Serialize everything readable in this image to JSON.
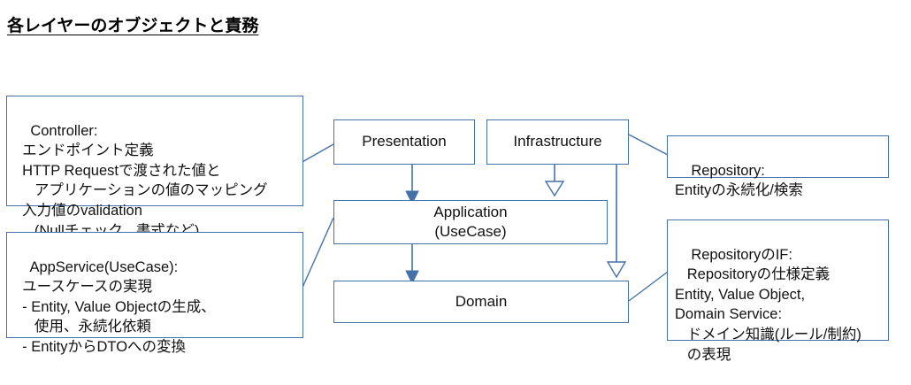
{
  "page": {
    "title": "各レイヤーのオブジェクトと責務",
    "background": "#ffffff",
    "line_color": "#4472a8",
    "arrow_fill_color": "#4472a8"
  },
  "diagram": {
    "type": "layered-architecture",
    "layers": [
      {
        "id": "presentation",
        "label": "Presentation"
      },
      {
        "id": "infrastructure",
        "label": "Infrastructure"
      },
      {
        "id": "application",
        "label": "Application\n(UseCase)"
      },
      {
        "id": "domain",
        "label": "Domain"
      }
    ],
    "notes": [
      {
        "id": "controller",
        "side": "left",
        "text": "Controller:\n  エンドポイント定義\n  HTTP Requestで渡された値と\n     アプリケーションの値のマッピング\n  入力値のvalidation\n     (Nullチェック、書式など)"
      },
      {
        "id": "appservice",
        "side": "left",
        "text": "AppService(UseCase):\n  ユースケースの実現\n  - Entity, Value Objectの生成、\n     使用、永続化依頼\n  - EntityからDTOへの変換"
      },
      {
        "id": "repository",
        "side": "right",
        "text": "Repository:\nEntityの永続化/検索"
      },
      {
        "id": "repository-if",
        "side": "right",
        "text": "RepositoryのIF:\n   Repositoryの仕様定義\nEntity, Value Object,\nDomain Service:\n   ドメイン知識(ルール/制約)\n   の表現"
      }
    ],
    "connections": [
      {
        "id": "presentation-to-application",
        "from": "presentation",
        "to": "application",
        "arrow": "solid-filled"
      },
      {
        "id": "infrastructure-to-application",
        "from": "infrastructure",
        "to": "application",
        "arrow": "hollow-triangle"
      },
      {
        "id": "application-to-domain",
        "from": "application",
        "to": "domain",
        "arrow": "solid-filled"
      },
      {
        "id": "infrastructure-to-domain",
        "from": "infrastructure",
        "to": "domain",
        "arrow": "hollow-triangle"
      },
      {
        "id": "controller-to-presentation",
        "from": "controller",
        "to": "presentation",
        "arrow": "none"
      },
      {
        "id": "appservice-to-application",
        "from": "appservice",
        "to": "application",
        "arrow": "none"
      },
      {
        "id": "infrastructure-to-repository",
        "from": "infrastructure",
        "to": "repository",
        "arrow": "none"
      },
      {
        "id": "domain-to-repository-if",
        "from": "domain",
        "to": "repository-if",
        "arrow": "none"
      }
    ]
  }
}
